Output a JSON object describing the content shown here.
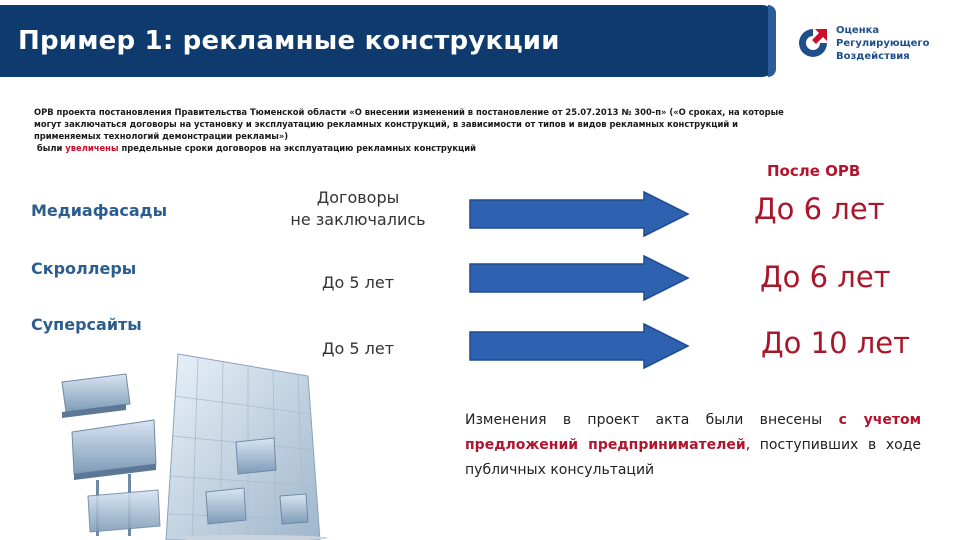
{
  "header": {
    "title": "Пример 1: рекламные конструкции"
  },
  "logo": {
    "line1": "Оценка",
    "line2": "Регулирующего",
    "line3": "Воздействия"
  },
  "intro": {
    "line1": "ОРВ проекта постановления Правительства Тюменской области «О внесении изменений в постановление от 25.07.2013 № 300-п» («О сроках, на которые",
    "line2": "могут заключаться договоры на установку и эксплуатацию рекламных конструкций, в зависимости от типов и видов рекламных конструкций и",
    "line3": "применяемых технологий демонстрации рекламы»)",
    "line4_prefix": "были",
    "line4_highlight": "увеличены",
    "line4_suffix": "предельные сроки договоров на эксплуатацию рекламных конструкций"
  },
  "after_header": "После ОРВ",
  "rows": [
    {
      "category": "Медиафасады",
      "before_line1": "Договоры",
      "before_line2": "не заключались",
      "after": "До 6 лет"
    },
    {
      "category": "Скроллеры",
      "before_line1": "До 5 лет",
      "before_line2": "",
      "after": "До 6 лет"
    },
    {
      "category": "Суперсайты",
      "before_line1": "До 5 лет",
      "before_line2": "",
      "after": "До 10 лет"
    }
  ],
  "note": {
    "part1": "Изменения в проект акта были внесены",
    "highlight": "с учетом предложений предпринимателей",
    "part2": ", поступивших в ходе публичных консультаций"
  },
  "colors": {
    "header_bg": "#0f3a6e",
    "accent_red": "#b3142d",
    "category_blue": "#2b5d8e",
    "arrow_blue": "#2e62b0"
  }
}
